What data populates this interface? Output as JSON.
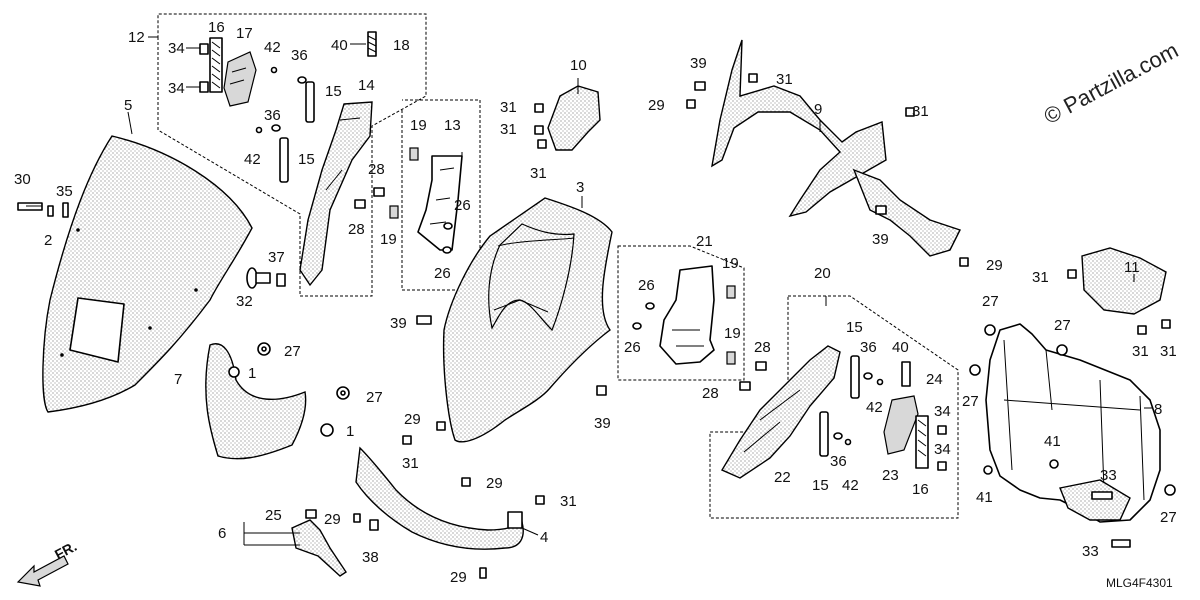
{
  "watermark": "© Partzilla.com",
  "diagram_code": "MLG4F4301",
  "front_label": "FR.",
  "callouts": {
    "c1a": "1",
    "c1b": "1",
    "c2": "2",
    "c3": "3",
    "c4": "4",
    "c5": "5",
    "c6": "6",
    "c7": "7",
    "c8": "8",
    "c9": "9",
    "c10": "10",
    "c11": "11",
    "c12": "12",
    "c13": "13",
    "c14": "14",
    "c15a": "15",
    "c15b": "15",
    "c15c": "15",
    "c15d": "15",
    "c16a": "16",
    "c16b": "16",
    "c17": "17",
    "c18": "18",
    "c19a": "19",
    "c19b": "19",
    "c19c": "19",
    "c19d": "19",
    "c20": "20",
    "c21": "21",
    "c22": "22",
    "c23": "23",
    "c24": "24",
    "c25": "25",
    "c26a": "26",
    "c26b": "26",
    "c26c": "26",
    "c26d": "26",
    "c27a": "27",
    "c27b": "27",
    "c27c": "27",
    "c27d": "27",
    "c27e": "27",
    "c27f": "27",
    "c28a": "28",
    "c28b": "28",
    "c28c": "28",
    "c28d": "28",
    "c29a": "29",
    "c29b": "29",
    "c29c": "29",
    "c29d": "29",
    "c29e": "29",
    "c29f": "29",
    "c30": "30",
    "c31a": "31",
    "c31b": "31",
    "c31c": "31",
    "c31d": "31",
    "c31e": "31",
    "c31f": "31",
    "c31g": "31",
    "c31h": "31",
    "c31i": "31",
    "c31j": "31",
    "c32": "32",
    "c33a": "33",
    "c33b": "33",
    "c34a": "34",
    "c34b": "34",
    "c34c": "34",
    "c34d": "34",
    "c35": "35",
    "c36a": "36",
    "c36b": "36",
    "c36c": "36",
    "c36d": "36",
    "c37": "37",
    "c38": "38",
    "c39a": "39",
    "c39b": "39",
    "c39c": "39",
    "c39d": "39",
    "c40a": "40",
    "c40b": "40",
    "c41a": "41",
    "c41b": "41",
    "c42a": "42",
    "c42b": "42",
    "c42c": "42",
    "c42d": "42"
  }
}
